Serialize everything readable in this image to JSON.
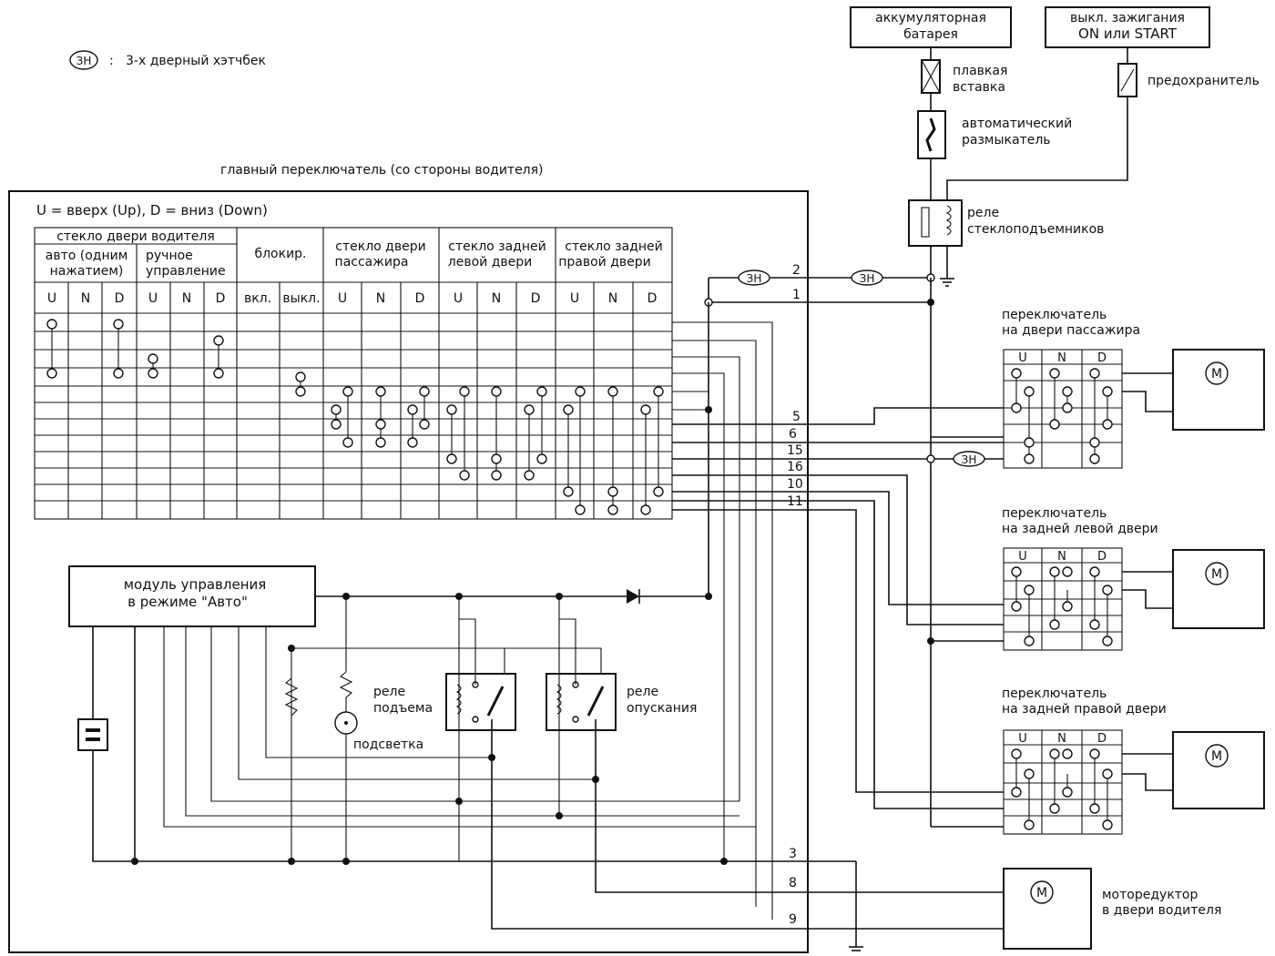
{
  "legend": {
    "symbol": "ЗН",
    "separator": ":",
    "text": "3-х дверный хэтчбек"
  },
  "main_switch": {
    "title": "главный переключатель (со стороны водителя)",
    "ud_note": "U = вверх (Up), D = вниз (Down)",
    "driver_header": "стекло двери водителя",
    "auto_line1": "авто (одним",
    "auto_line2": "нажатием)",
    "manual_line1": "ручное",
    "manual_line2": "управление",
    "lock_header": "блокир.",
    "lock_on": "вкл.",
    "lock_off": "выкл.",
    "pass_line1": "стекло двери",
    "pass_line2": "пассажира",
    "rl_line1": "стекло задней",
    "rl_line2": "левой двери",
    "rr_line1": "стекло задней",
    "rr_line2": "правой двери",
    "letters": [
      "U",
      "N",
      "D"
    ]
  },
  "power": {
    "battery_line1": "аккумуляторная",
    "battery_line2": "батарея",
    "ignition_line1": "выкл. зажигания",
    "ignition_line2": "ON  или  START",
    "fusible_line1": "плавкая",
    "fusible_line2": "вставка",
    "fuse": "предохранитель",
    "breaker_line1": "автоматический",
    "breaker_line2": "размыкатель",
    "relay_line1": "реле",
    "relay_line2": "стеклоподъемников"
  },
  "door_switches": {
    "passenger_line1": "переключатель",
    "passenger_line2": "на двери пассажира",
    "rear_left_line1": "переключатель",
    "rear_left_line2": "на задней левой двери",
    "rear_right_line1": "переключатель",
    "rear_right_line2": "на задней правой двери"
  },
  "auto_module": {
    "line1": "модуль управления",
    "line2": "в режиме \"Авто\"",
    "up_relay_line1": "реле",
    "up_relay_line2": "подъема",
    "down_relay_line1": "реле",
    "down_relay_line2": "опускания",
    "lamp": "подсветка"
  },
  "driver_motor": {
    "line1": "моторедуктор",
    "line2": "в двери водителя",
    "symbol": "M"
  },
  "terminals": [
    "2",
    "1",
    "5",
    "6",
    "15",
    "16",
    "10",
    "11",
    "3",
    "8",
    "9"
  ]
}
